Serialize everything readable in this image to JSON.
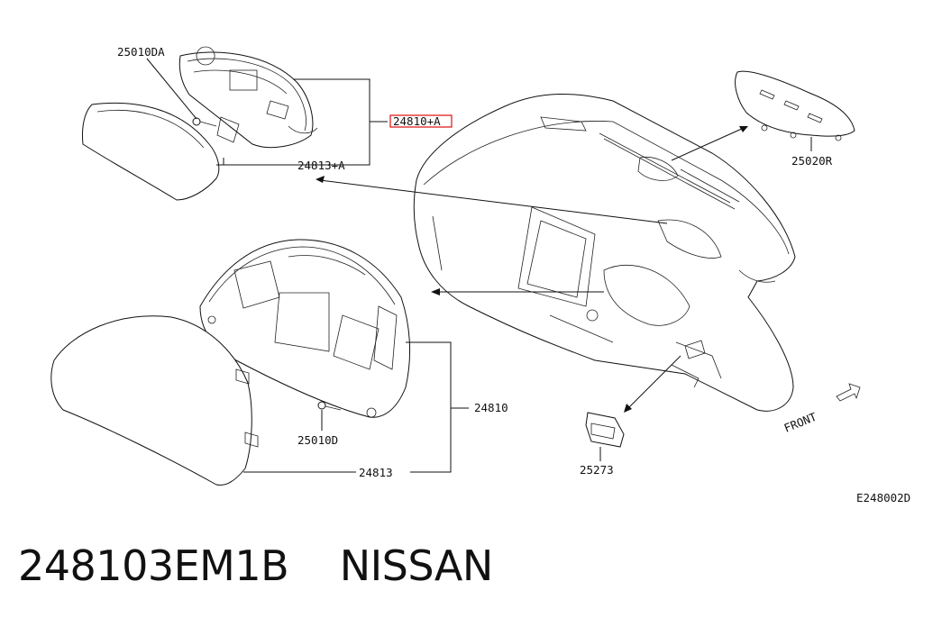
{
  "labels": {
    "p25010DA": "25010DA",
    "p24810A": "24810+A",
    "p24813A": "24813+A",
    "p25020R": "25020R",
    "p24810": "24810",
    "p24813": "24813",
    "p25010D": "25010D",
    "p25273": "25273",
    "front": "FRONT",
    "diagram_id": "E248002D"
  },
  "caption": {
    "part_number": "248103EM1B",
    "brand": "NISSAN"
  },
  "colors": {
    "highlight": "#e02020",
    "line": "#111111"
  }
}
